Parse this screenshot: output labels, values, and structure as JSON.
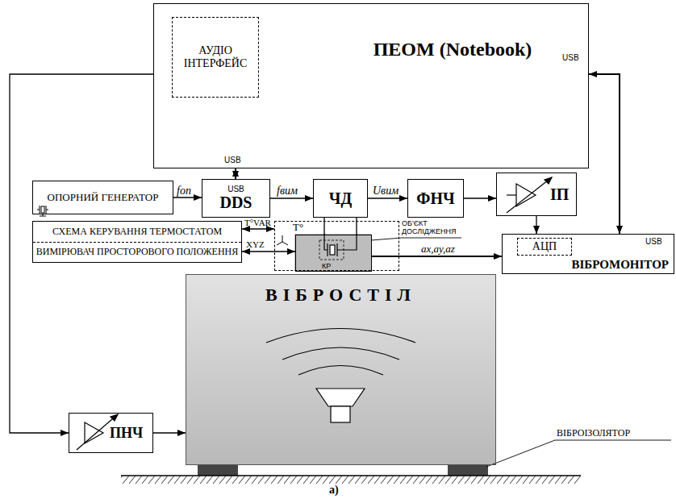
{
  "diagram": {
    "nodes": [
      {
        "text": [
          "ПЕОМ (Notebook)"
        ]
      },
      {
        "text": [
          "АУДІО ІНТЕРФЕЙС"
        ],
        "in": 0
      },
      {
        "text": [
          "ОПОРНИЙ ГЕНЕРАТОР"
        ]
      },
      {
        "text": [
          "USB",
          "DDS"
        ]
      },
      {
        "text": [
          "ЧД"
        ]
      },
      {
        "text": [
          "ФНЧ"
        ]
      },
      {
        "text": [
          "ІП"
        ]
      },
      {
        "text": [
          "СХЕМА КЕРУВАННЯ ТЕРМОСТАТОМ",
          "ВИМІРЮВАЧ ПРОСТОРОВОГО ПОЛОЖЕННЯ"
        ]
      },
      {
        "text": [
          "T°"
        ]
      },
      {
        "text": [
          "КР"
        ],
        "in": 8
      },
      {
        "text": [
          "ВІБРОМОНІТОР"
        ]
      },
      {
        "text": [
          "АЦП"
        ],
        "in": 10
      },
      {
        "text": [
          "ВІБРОСТІЛ"
        ]
      },
      {
        "text": [
          "ПНЧ"
        ]
      }
    ],
    "edges": [
      {
        "from": 0,
        "to": 13,
        "arrow": "to"
      },
      {
        "from": 13,
        "to": 12,
        "arrow": "to"
      },
      {
        "from": 0,
        "to": 3,
        "arrow": "both"
      },
      {
        "from": 2,
        "to": 3,
        "label": "fоп",
        "arrow": "to"
      },
      {
        "from": 3,
        "to": 4,
        "label": "fвим",
        "arrow": "to"
      },
      {
        "from": 4,
        "to": 5,
        "label": "Uвим",
        "arrow": "to"
      },
      {
        "from": 5,
        "to": 6,
        "arrow": "to"
      },
      {
        "from": 6,
        "to": 10,
        "arrow": "to"
      },
      {
        "from": 10,
        "to": 0,
        "arrow": "both"
      },
      {
        "from": 7,
        "to": 8,
        "label": "T°VAR",
        "arrow": "both"
      },
      {
        "from": 7,
        "to": 9,
        "label": "XYZ",
        "arrow": "both"
      },
      {
        "from": 4,
        "to": 9,
        "arrow": "none"
      },
      {
        "from": 9,
        "to": 10,
        "label": "ax,ay,az",
        "arrow": "to"
      }
    ],
    "labels": [
      "USB",
      "USB",
      "USB",
      "ОБ'ЄКТ ДОСЛІДЖЕННЯ",
      "ВІБРОІЗОЛЯТОР",
      "a)"
    ]
  }
}
